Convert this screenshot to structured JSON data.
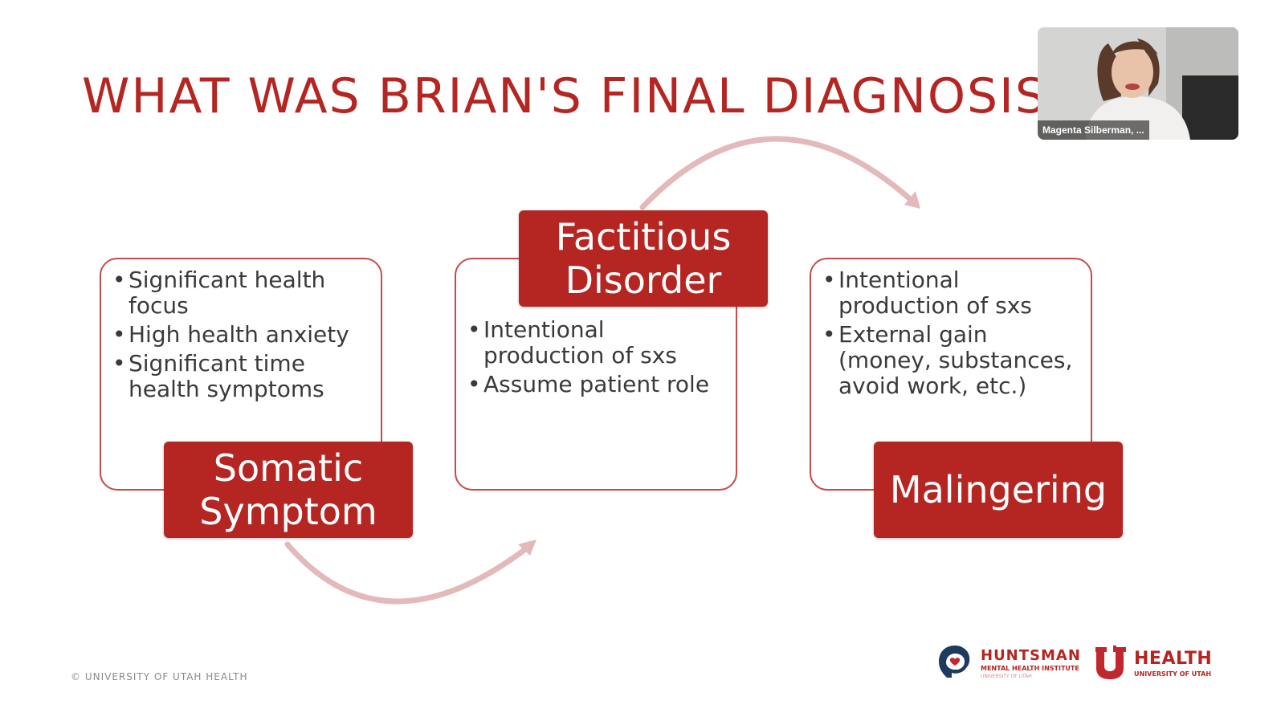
{
  "slide": {
    "title": "WHAT WAS BRIAN'S FINAL DIAGNOSIS(",
    "accent_color": "#b52521",
    "arrow_color": "#e3b9ba",
    "diagnoses": [
      {
        "label": "Somatic\nSymptom",
        "bullets": [
          "Significant health focus",
          "High health anxiety",
          "Significant time health symptoms"
        ]
      },
      {
        "label": "Factitious\nDisorder",
        "bullets": [
          "Intentional production of sxs",
          "Assume patient role"
        ]
      },
      {
        "label": "Malingering",
        "bullets": [
          "Intentional production of sxs",
          "External gain (money, substances, avoid work, etc.)"
        ]
      }
    ],
    "footer": {
      "copyright": "© UNIVERSITY OF UTAH HEALTH",
      "logo_huntsman": {
        "title": "HUNTSMAN",
        "sub": "MENTAL HEALTH INSTITUTE",
        "sub2": "UNIVERSITY OF UTAH",
        "icon": "huntsman-head-heart-icon"
      },
      "logo_uhealth": {
        "title": "HEALTH",
        "sub": "UNIVERSITY OF UTAH",
        "icon": "block-u-icon"
      }
    }
  },
  "video_tile": {
    "participant_name": "Magenta Silberman, ..."
  }
}
